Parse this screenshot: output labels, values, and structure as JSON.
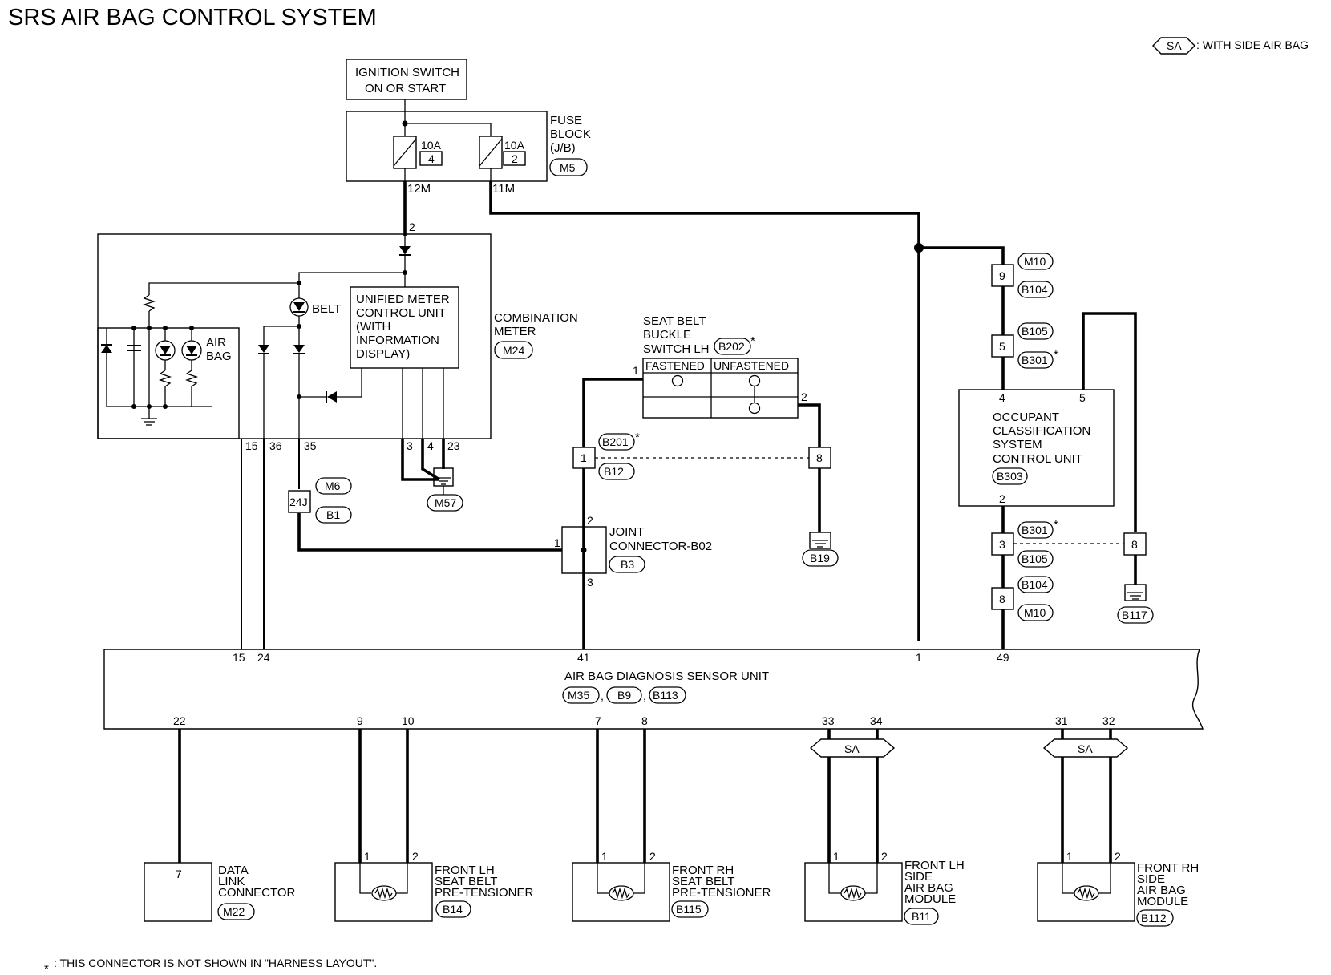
{
  "title": "SRS AIR BAG CONTROL SYSTEM",
  "legend": {
    "badge": "SA",
    "text": ": WITH SIDE AIR BAG"
  },
  "ignition": {
    "line1": "IGNITION SWITCH",
    "line2": "ON OR START"
  },
  "fuse_block": {
    "label1": "FUSE",
    "label2": "BLOCK",
    "label3": "(J/B)",
    "connector": "M5",
    "fuse_a_amp": "10A",
    "fuse_a_num": "4",
    "fuse_b_amp": "10A",
    "fuse_b_num": "2",
    "term_a": "12M",
    "term_b": "11M"
  },
  "combination_meter": {
    "label1": "COMBINATION",
    "label2": "METER",
    "connector": "M24",
    "in_pin": "2",
    "belt": "BELT",
    "air1": "AIR",
    "air2": "BAG",
    "umcu1": "UNIFIED METER",
    "umcu2": "CONTROL UNIT",
    "umcu3": "(WITH",
    "umcu4": "INFORMATION",
    "umcu5": "DISPLAY)",
    "pin15": "15",
    "pin36": "36",
    "pin35": "35",
    "pin3": "3",
    "pin4": "4",
    "pin23": "23",
    "ground": "M57"
  },
  "mid_connector": {
    "pin": "24J",
    "top": "M6",
    "bottom": "B1"
  },
  "seat_belt_switch": {
    "label1": "SEAT BELT",
    "label2": "BUCKLE",
    "label3": "SWITCH LH",
    "connector": "B202",
    "star": "*",
    "fastened": "FASTENED",
    "unfastened": "UNFASTENED",
    "pin1": "1",
    "pin2": "2"
  },
  "b201": {
    "top": "B201",
    "star": "*",
    "bottom": "B12",
    "pin_left": "1",
    "pin_right": "8"
  },
  "b19": "B19",
  "joint_connector": {
    "label1": "JOINT",
    "label2": "CONNECTOR-B02",
    "connector": "B3",
    "pin1": "1",
    "pin2": "2",
    "pin3": "3"
  },
  "m10_top": {
    "top": "M10",
    "pin": "9",
    "bottom": "B104"
  },
  "b105_top": {
    "top": "B105",
    "pin": "5",
    "bottom": "B301",
    "star": "*"
  },
  "occupant": {
    "label1": "OCCUPANT",
    "label2": "CLASSIFICATION",
    "label3": "SYSTEM",
    "label4": "CONTROL UNIT",
    "connector": "B303",
    "pin4": "4",
    "pin5": "5",
    "pin2": "2"
  },
  "b301_low": {
    "top": "B301",
    "star": "*",
    "pin": "3",
    "bottom": "B105",
    "pin_right": "8"
  },
  "b104_low": {
    "top": "B104",
    "pin": "8",
    "bottom": "M10"
  },
  "b117": "B117",
  "sensor_unit": {
    "label": "AIR BAG DIAGNOSIS SENSOR UNIT",
    "c1": "M35",
    "c2": "B9",
    "c3": "B113",
    "sep": ",",
    "top_pins": [
      "15",
      "24",
      "41",
      "1",
      "49"
    ],
    "bottom_pins": [
      "22",
      "9",
      "10",
      "7",
      "8",
      "33",
      "34",
      "31",
      "32"
    ]
  },
  "sa_badge": "SA",
  "dlc": {
    "pin": "7",
    "label1": "DATA",
    "label2": "LINK",
    "label3": "CONNECTOR",
    "connector": "M22"
  },
  "front_lh_pt": {
    "label1": "FRONT LH",
    "label2": "SEAT BELT",
    "label3": "PRE-TENSIONER",
    "connector": "B14",
    "p1": "1",
    "p2": "2"
  },
  "front_rh_pt": {
    "label1": "FRONT RH",
    "label2": "SEAT BELT",
    "label3": "PRE-TENSIONER",
    "connector": "B115",
    "p1": "1",
    "p2": "2"
  },
  "front_lh_side": {
    "label1": "FRONT LH",
    "label2": "SIDE",
    "label3": "AIR BAG",
    "label4": "MODULE",
    "connector": "B11",
    "p1": "1",
    "p2": "2"
  },
  "front_rh_side": {
    "label1": "FRONT RH",
    "label2": "SIDE",
    "label3": "AIR BAG",
    "label4": "MODULE",
    "connector": "B112",
    "p1": "1",
    "p2": "2"
  },
  "footnote": {
    "star": "*",
    "text": ": THIS CONNECTOR IS NOT SHOWN IN \"HARNESS LAYOUT\"."
  }
}
